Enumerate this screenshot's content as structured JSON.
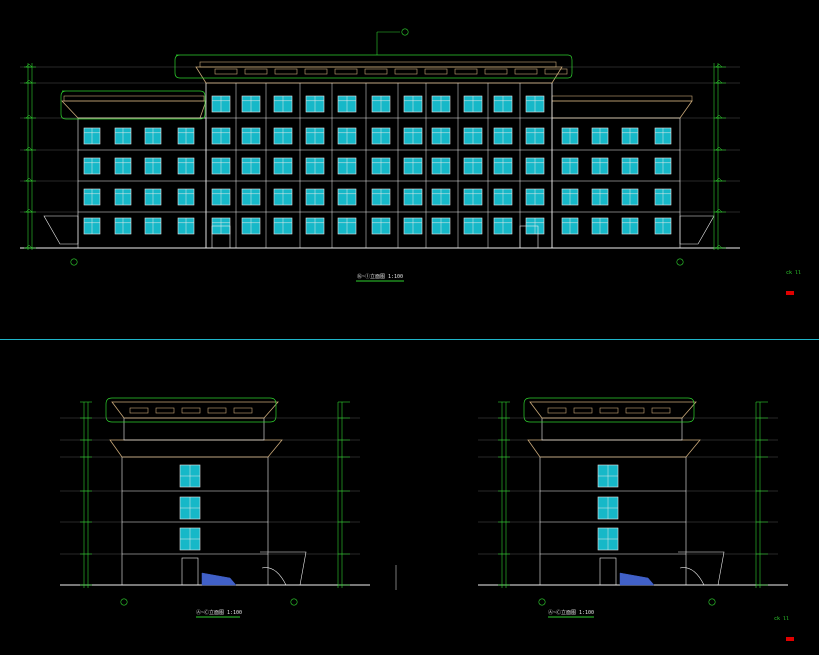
{
  "views": {
    "front": {
      "title_label": "⑯~①立面图 1:100"
    },
    "side_left": {
      "title_label": "Ⓐ~Ⓒ立面图 1:100"
    },
    "side_right": {
      "title_label": "Ⓐ~Ⓒ立面图 1:100"
    }
  },
  "notes": {
    "top_right": "ck ll",
    "bottom_right": "ck ll"
  },
  "colors": {
    "background": "#000000",
    "outline": "#f0f0f0",
    "dimension": "#2ed12e",
    "window_frame": "#e8e8e8",
    "window_glass": "#16b8c8",
    "roof_trim": "#c9a878",
    "divider": "#1fb5c9",
    "marker": "#e00000",
    "plinth": "#4060c8"
  }
}
